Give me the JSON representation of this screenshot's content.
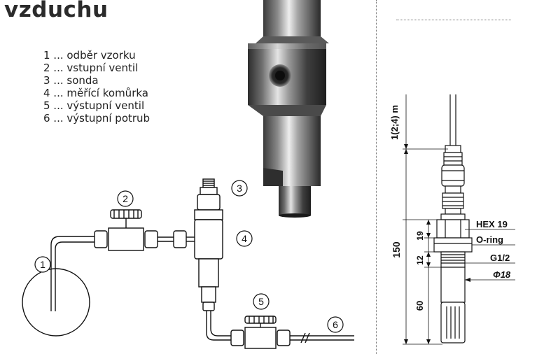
{
  "page": {
    "title": "vzduchu"
  },
  "legend": {
    "items": [
      {
        "label": "1 ... odběr vzorku"
      },
      {
        "label": "2 ... vstupní ventil"
      },
      {
        "label": "3 ... sonda"
      },
      {
        "label": "4 ... měřící komůrka"
      },
      {
        "label": "5 ... výstupní ventil"
      },
      {
        "label": "6 ... výstupní potrub"
      }
    ]
  },
  "diagram": {
    "callouts": [
      "1",
      "2",
      "3",
      "4",
      "5",
      "6"
    ]
  },
  "drawing": {
    "dim_cable": "1(2;4) m",
    "dim_body": "150",
    "dim_hex_len": "19",
    "dim_thread_len": "12",
    "dim_tip": "60",
    "label_hex": "HEX 19",
    "label_oring": "O-ring",
    "label_thread": "G1/2",
    "label_diameter": "Φ18"
  },
  "colors": {
    "steel_dark": "#3a3a3a",
    "steel_light": "#d9d9d9",
    "line": "#111111"
  }
}
